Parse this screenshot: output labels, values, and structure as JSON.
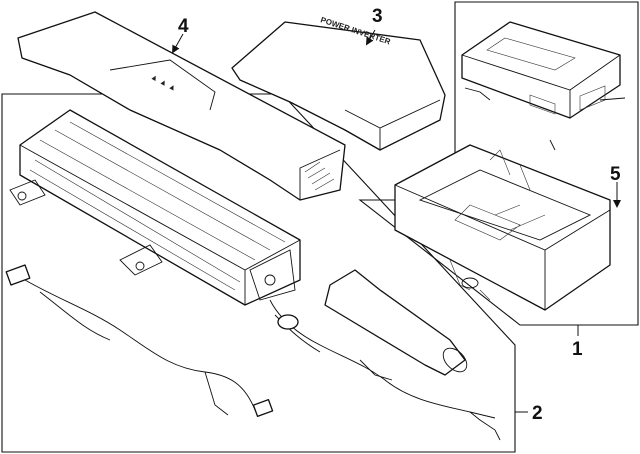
{
  "callouts": {
    "c1": "1",
    "c2": "2",
    "c3": "3",
    "c4": "4",
    "c5": "5"
  },
  "cover_text": "POWER INVERTER",
  "top_cover_marking": "▲ ▲ ▲"
}
